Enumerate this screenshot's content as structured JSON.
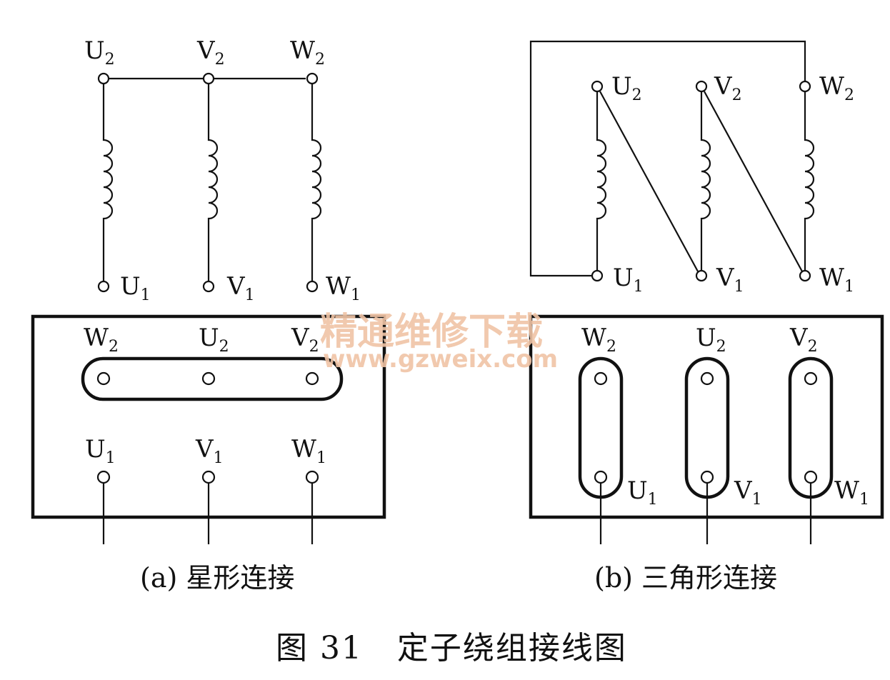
{
  "watermark": {
    "text_cn": "精通维修下载",
    "url": "www.gzweix.com"
  },
  "star": {
    "caption": "(a) 星形连接",
    "top_labels": {
      "u2": "U",
      "v2": "V",
      "w2": "W",
      "u1": "U",
      "v1": "V",
      "w1": "W"
    },
    "box_row1": [
      "W",
      "U",
      "V"
    ],
    "box_row2": [
      "U",
      "V",
      "W"
    ]
  },
  "delta": {
    "caption": "(b) 三角形连接",
    "top_labels": {
      "u2": "U",
      "v2": "V",
      "w2": "W",
      "u1": "U",
      "v1": "V",
      "w1": "W"
    },
    "box_row1": [
      "W",
      "U",
      "V"
    ],
    "box_row2": [
      "U",
      "V",
      "W"
    ]
  },
  "subscripts": {
    "one": "1",
    "two": "2"
  },
  "figure_caption": "图 31   定子绕组接线图"
}
